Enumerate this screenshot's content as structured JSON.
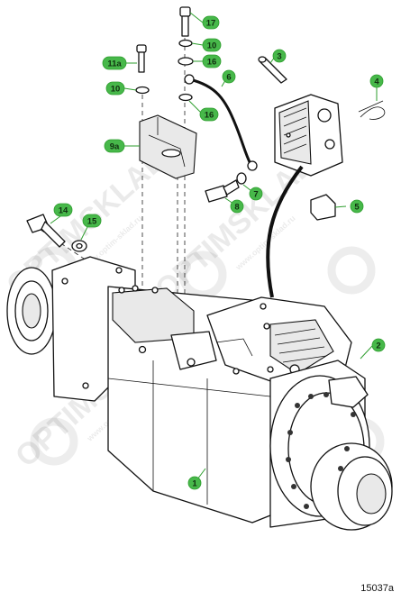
{
  "figure_code": "15037a",
  "accent_color": "#47b84a",
  "watermark": {
    "brand": "OPTIMSKLAD",
    "url": "www.optim-sklad.ru"
  },
  "callouts": [
    {
      "id": "c17",
      "label": "17"
    },
    {
      "id": "c10a",
      "label": "10"
    },
    {
      "id": "c16a",
      "label": "16"
    },
    {
      "id": "c3",
      "label": "3"
    },
    {
      "id": "c11a",
      "label": "11a"
    },
    {
      "id": "c6",
      "label": "6"
    },
    {
      "id": "c4",
      "label": "4"
    },
    {
      "id": "c10b",
      "label": "10"
    },
    {
      "id": "c16b",
      "label": "16"
    },
    {
      "id": "c9a",
      "label": "9a"
    },
    {
      "id": "c7",
      "label": "7"
    },
    {
      "id": "c8",
      "label": "8"
    },
    {
      "id": "c5",
      "label": "5"
    },
    {
      "id": "c14",
      "label": "14"
    },
    {
      "id": "c15",
      "label": "15"
    },
    {
      "id": "c2",
      "label": "2"
    },
    {
      "id": "c1",
      "label": "1"
    }
  ]
}
